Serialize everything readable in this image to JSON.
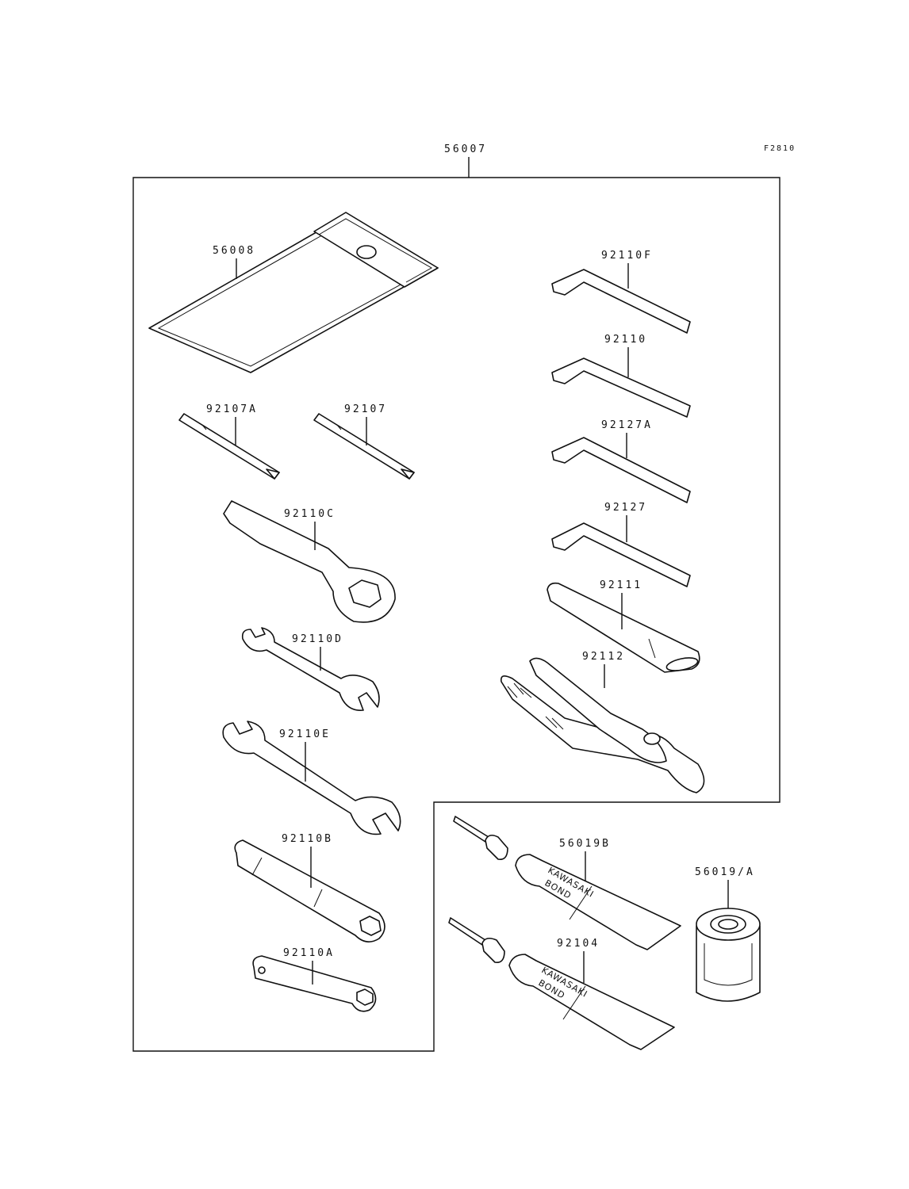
{
  "figure_code": "F2810",
  "kit_label": "56007",
  "parts": {
    "p56008": "56008",
    "p92107A": "92107A",
    "p92107": "92107",
    "p92110C": "92110C",
    "p92110D": "92110D",
    "p92110E": "92110E",
    "p92110B": "92110B",
    "p92110A": "92110A",
    "p92110F": "92110F",
    "p92110": "92110",
    "p92127A": "92127A",
    "p92127": "92127",
    "p92111": "92111",
    "p92112": "92112",
    "p56019B": "56019B",
    "p92104": "92104",
    "p56019A": "56019/A"
  },
  "tube_brand": [
    "KAWASAKI",
    "BOND"
  ]
}
